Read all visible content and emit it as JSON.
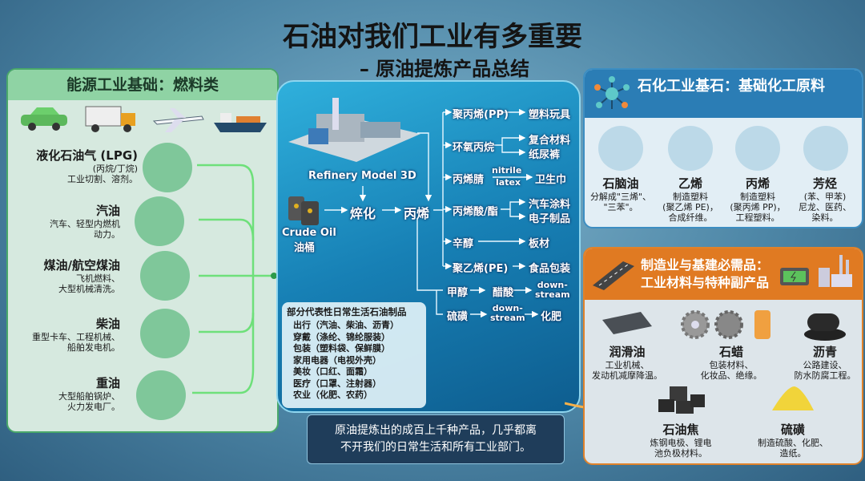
{
  "title": "石油对我们工业有多重要",
  "subtitle": "– 原油提炼产品总结",
  "left": {
    "header": "能源工业基础：燃料类",
    "items": [
      {
        "name": "液化石油气 (LPG)",
        "desc": [
          "(丙烷/丁烷)",
          "工业切割、溶剂。"
        ],
        "icon": "gas-tank-icon"
      },
      {
        "name": "汽油",
        "desc": [
          "汽车、轻型内燃机",
          "动力。"
        ],
        "icon": "car-icon"
      },
      {
        "name": "煤油/航空煤油",
        "desc": [
          "飞机燃料、",
          "大型机械清洗。"
        ],
        "icon": "airplane-icon"
      },
      {
        "name": "柴油",
        "desc": [
          "重型卡车、工程机械、",
          "船舶发电机。"
        ],
        "icon": "truck-icon"
      },
      {
        "name": "重油",
        "desc": [
          "大型船舶锅炉、",
          "火力发电厂。"
        ],
        "icon": "ship-icon"
      }
    ]
  },
  "center": {
    "refinery_label": "Refinery Model 3D",
    "crude": [
      "Crude Oil",
      "油桶"
    ],
    "cracking": "焠化",
    "propylene": "丙烯",
    "branches": [
      {
        "mid": "聚丙烯(PP)",
        "out": [
          "塑料玩具"
        ]
      },
      {
        "mid": "环氧丙烷",
        "out": [
          "复合材料",
          "纸尿裤"
        ]
      },
      {
        "mid": "丙烯腈",
        "via": [
          "nitrile",
          "latex"
        ],
        "out": [
          "卫生巾"
        ]
      },
      {
        "mid": "丙烯酸/酯",
        "out": [
          "汽车涂料",
          "电子制品"
        ]
      },
      {
        "mid": "辛醇",
        "out": [
          "板材"
        ]
      },
      {
        "mid": "聚乙烯(PE)",
        "out": [
          "食品包装"
        ]
      }
    ],
    "methanol": {
      "a": "甲醇",
      "b": "醋酸",
      "c": [
        "down-",
        "stream"
      ]
    },
    "sulfur": {
      "a": "硫磺",
      "b": [
        "down-",
        "stream"
      ],
      "c": "化肥"
    },
    "list": {
      "title": "部分代表性日常生活石油制品",
      "items": [
        "出行（汽油、柴油、沥青）",
        "穿戴（涤纶、锦纶服装）",
        "包装（塑料袋、保鲜膜）",
        "家用电器（电视外壳）",
        "美妆（口红、面霜）",
        "医疗（口罩、注射器）",
        "农业（化肥、农药）"
      ]
    }
  },
  "caption": [
    "原油提炼出的成百上千种产品，几乎都离",
    "不开我们的日常生活和所有工业部门。"
  ],
  "right_top": {
    "header": "石化工业基石：基础化工原料",
    "items": [
      {
        "name": "石脑油",
        "desc": [
          "分解成\"三烯\"、",
          "\"三苯\"。"
        ]
      },
      {
        "name": "乙烯",
        "desc": [
          "制造塑料",
          "(聚乙烯 PE)，",
          "合成纤维。"
        ]
      },
      {
        "name": "丙烯",
        "desc": [
          "制造塑料",
          "(聚丙烯 PP)，",
          "工程塑料。"
        ]
      },
      {
        "name": "芳烃",
        "desc": [
          "(苯、甲苯)",
          "尼龙、医药、",
          "染料。"
        ]
      }
    ]
  },
  "right_bottom": {
    "header": [
      "制造业与基建必需品：",
      "工业材料与特种副产品"
    ],
    "items": [
      {
        "name": "润滑油",
        "desc": [
          "工业机械、",
          "发动机减摩降温。"
        ]
      },
      {
        "name": "石蜡",
        "desc": [
          "包装材料、",
          "化妆品、绝缘。"
        ]
      },
      {
        "name": "沥青",
        "desc": [
          "公路建设、",
          "防水防腐工程。"
        ]
      },
      {
        "name": "石油焦",
        "desc": [
          "炼钢电极、锂电",
          "池负极材料。"
        ]
      },
      {
        "name": "硫磺",
        "desc": [
          "制造硫酸、化肥、",
          "造纸。"
        ]
      }
    ]
  },
  "colors": {
    "green": "#49a86a",
    "blue": "#2b7db5",
    "orange": "#e07a22",
    "center": "#1780b5"
  }
}
